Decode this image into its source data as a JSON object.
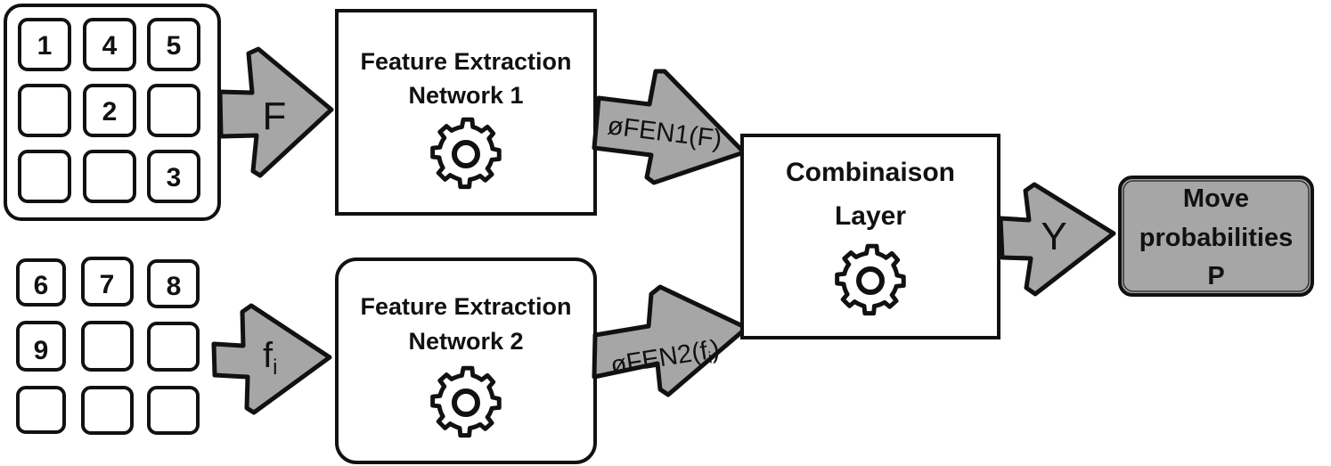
{
  "grid_top": {
    "cells": [
      "1",
      "4",
      "5",
      "",
      "2",
      "",
      "",
      "",
      "3"
    ]
  },
  "grid_bottom": {
    "cells": [
      "6",
      "7",
      "8",
      "9",
      "",
      "",
      "",
      "",
      ""
    ]
  },
  "arrows": {
    "input_top": "F",
    "input_bottom_main": "f",
    "input_bottom_sub": "i",
    "fen1_out": "øFEN1(F)",
    "fen2_out_main": "øFEN2(f",
    "fen2_out_sub": "i",
    "fen2_out_close": ")",
    "combine_out": "Y"
  },
  "boxes": {
    "fen1": {
      "line1": "Feature Extraction",
      "line2": "Network 1",
      "icon": "gear-icon"
    },
    "fen2": {
      "line1": "Feature Extraction",
      "line2": "Network 2",
      "icon": "gear-icon"
    },
    "combine": {
      "line1": "Combinaison",
      "line2": "Layer",
      "icon": "gear-icon"
    },
    "output": {
      "line1": "Move",
      "line2": "probabilities",
      "line3": "P"
    }
  },
  "colors": {
    "arrow_fill": "#a6a6a6",
    "output_fill": "#a6a6a6",
    "stroke": "#111111"
  }
}
